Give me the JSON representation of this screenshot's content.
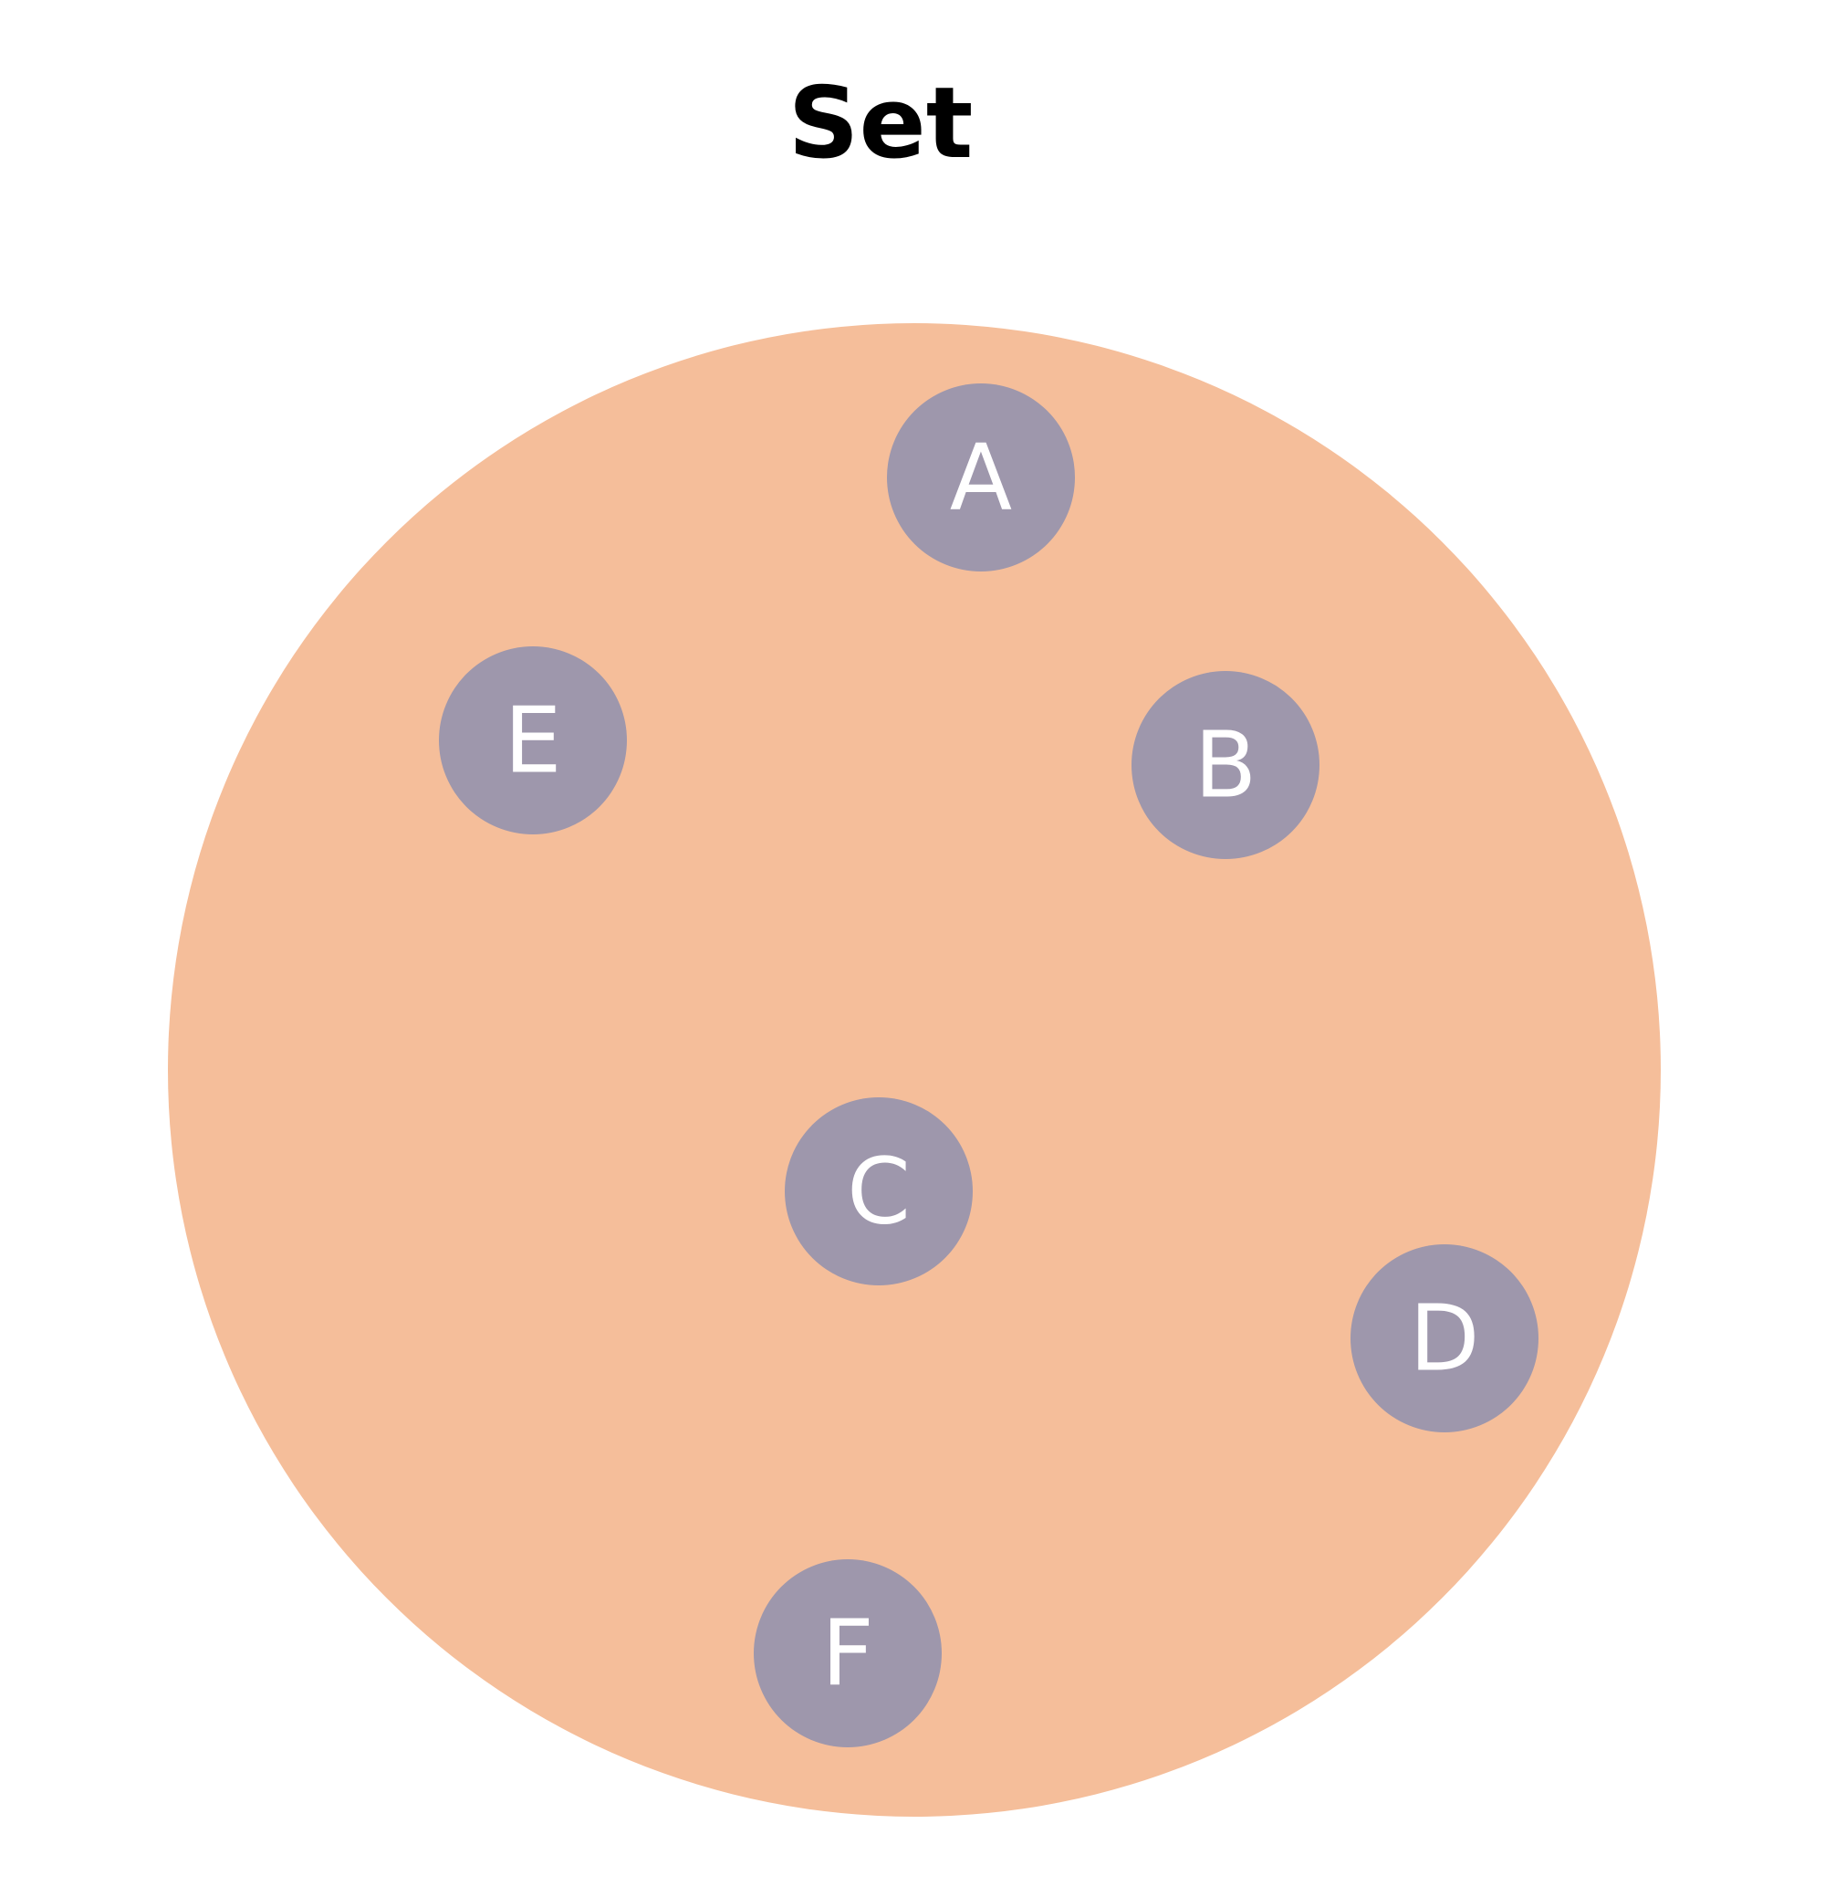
{
  "title": "Set",
  "colors": {
    "set_fill": "#F5BE9A",
    "node_fill": "#9E97AC",
    "node_text": "#FFFFFF",
    "title_text": "#000000"
  },
  "elements": [
    {
      "id": "A",
      "label": "A"
    },
    {
      "id": "B",
      "label": "B"
    },
    {
      "id": "C",
      "label": "C"
    },
    {
      "id": "D",
      "label": "D"
    },
    {
      "id": "E",
      "label": "E"
    },
    {
      "id": "F",
      "label": "F"
    }
  ]
}
